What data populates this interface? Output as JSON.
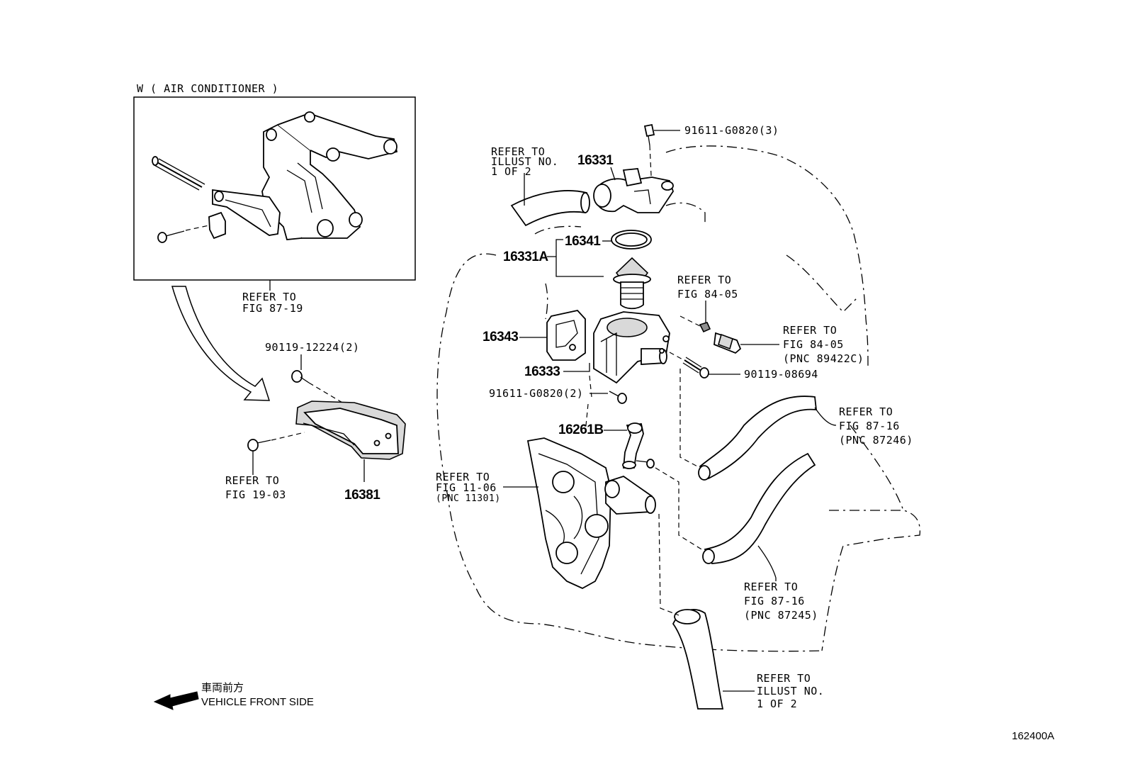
{
  "title": "W ( AIR CONDITIONER )",
  "figure_id": "162400A",
  "front_side": {
    "jp": "車両前方",
    "en": "VEHICLE FRONT SIDE"
  },
  "parts": {
    "p16331": "16331",
    "p16331a": "16331A",
    "p16341": "16341",
    "p16343": "16343",
    "p16333": "16333",
    "p16261b": "16261B",
    "p16381": "16381",
    "bolt_top": "91611-G0820(3)",
    "bolt_mid": "91611-G0820(2)",
    "bolt_side": "90119-08694",
    "bolt_bracket": "90119-12224(2)"
  },
  "refs": {
    "r87_19": [
      "REFER TO",
      "FIG 87-19"
    ],
    "r19_03": [
      "REFER TO",
      "FIG 19-03"
    ],
    "illust_top": [
      "REFER TO",
      "ILLUST NO.",
      "1 OF 2"
    ],
    "illust_bottom": [
      "REFER TO",
      "ILLUST NO.",
      "1 OF 2"
    ],
    "r84_05_a": [
      "REFER TO",
      "FIG 84-05"
    ],
    "r84_05_b": [
      "REFER TO",
      "FIG 84-05",
      "(PNC 89422C)"
    ],
    "r87_16_a": [
      "REFER TO",
      "FIG 87-16",
      "(PNC 87246)"
    ],
    "r87_16_b": [
      "REFER TO",
      "FIG 87-16",
      "(PNC 87245)"
    ],
    "r11_06": [
      "REFER TO",
      "FIG 11-06",
      "(PNC 11301)"
    ]
  }
}
